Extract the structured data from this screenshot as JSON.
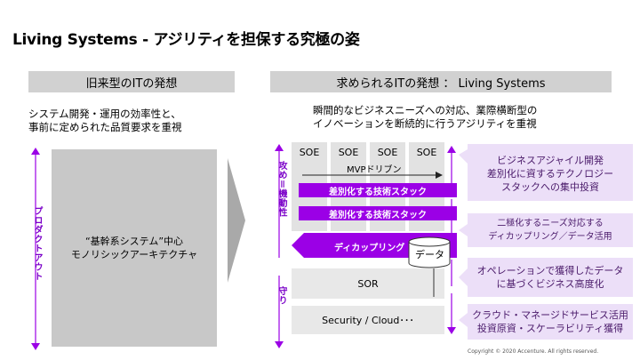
{
  "title": "Living Systems - アジリティを担保する究極の姿",
  "left": {
    "header": "旧来型のITの発想",
    "description_line1": "システム開発・運用の効率性と、",
    "description_line2": "事前に定められた品質要求を重視",
    "box_line1": "“基幹系システム”中心",
    "box_line2": "モノリシックアーキテクチャ",
    "axis_label": "プロダクトアウト"
  },
  "right": {
    "header": "求められるITの発想 ： Living Systems",
    "description_line1": "瞬間的なビジネスニーズへの対応、業際横断型の",
    "description_line2": "イノベーションを断続的に行うアジリティを重視",
    "axis_label_top": "攻め＝機動性",
    "axis_label_bottom": "守り",
    "soe_labels": [
      "SOE",
      "SOE",
      "SOE",
      "SOE"
    ],
    "mvp_label": "MVPドリブン",
    "stack_labels": [
      "差別化する技術スタック",
      "差別化する技術スタック"
    ],
    "decoupling_label": "ディカップリング",
    "data_label": "データ",
    "sor_label": "SOR",
    "security_label": "Security / Cloud･･･"
  },
  "callouts": [
    {
      "line1": "ビジネスアジャイル開発",
      "line2": "差別化に資するテクノロジー",
      "line3": "スタックへの集中投資"
    },
    {
      "line1": "二極化するニーズ対応する",
      "line2": "ディカップリング／データ活用"
    },
    {
      "line1": "オペレーションで獲得したデータ",
      "line2": "に基づくビジネス高度化"
    },
    {
      "line1": "クラウド・マネージドサービス活用",
      "line2": "投資原資・スケーラビリティ獲得"
    }
  ],
  "copyright": "Copyright © 2020 Accenture. All rights reserved.",
  "colors": {
    "accent": "#9b00e6",
    "light_purple": "#ecdff8",
    "gray_header": "#d1d1d1"
  }
}
